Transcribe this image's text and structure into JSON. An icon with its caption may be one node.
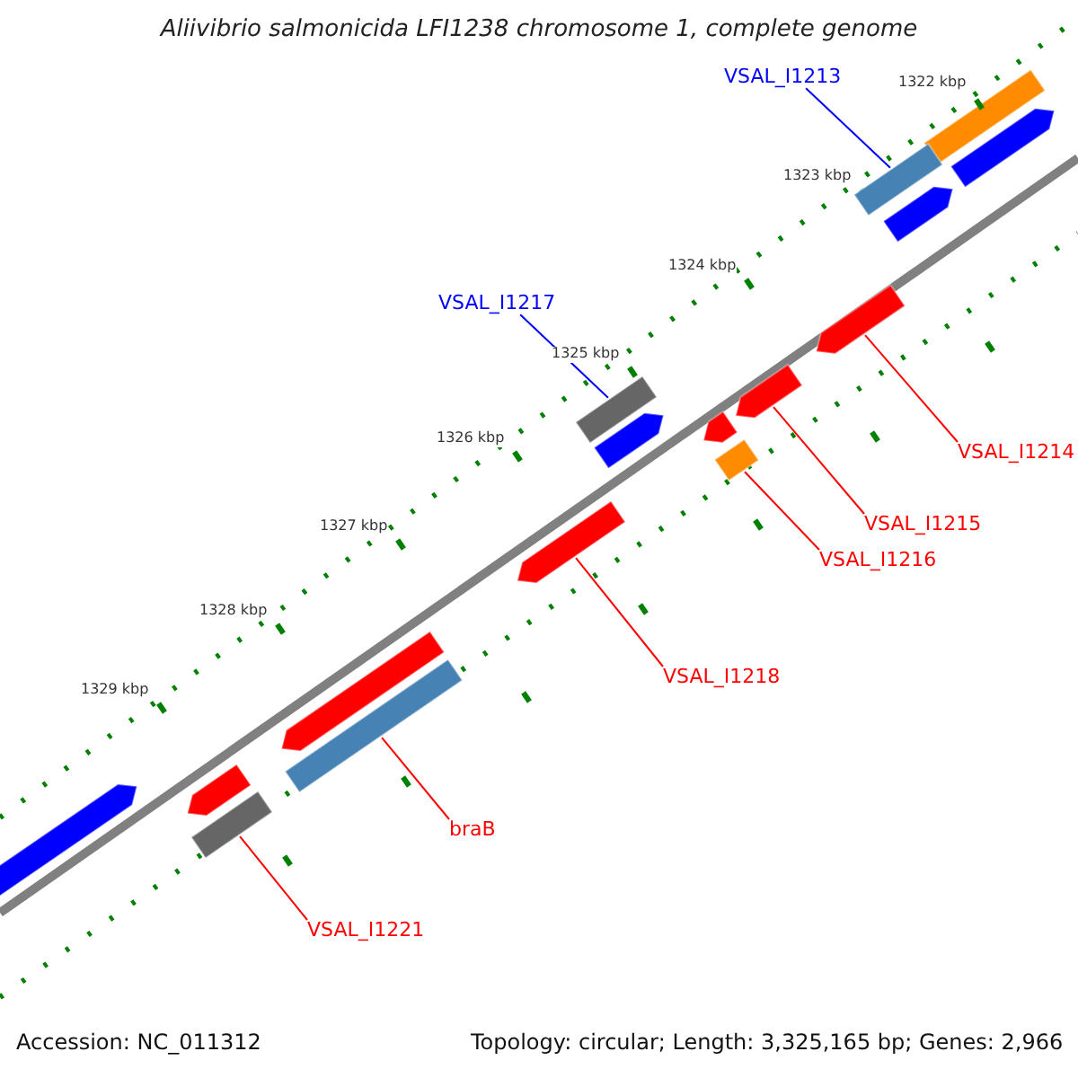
{
  "diagram": {
    "title": "Aliivibrio salmonicida LFI1238 chromosome 1, complete genome",
    "nodes": [
      {
        "text": [
          "VSAL_I1213"
        ]
      },
      {
        "text": [
          "VSAL_I1217"
        ]
      },
      {
        "text": [
          "VSAL_I1214"
        ]
      },
      {
        "text": [
          "VSAL_I1215"
        ]
      },
      {
        "text": [
          "VSAL_I1216"
        ]
      },
      {
        "text": [
          "VSAL_I1218"
        ]
      },
      {
        "text": [
          "braB"
        ]
      },
      {
        "text": [
          "VSAL_I1221"
        ]
      },
      {
        "text": [],
        "shape": "bar"
      },
      {
        "text": [],
        "shape": "bar"
      },
      {
        "text": [],
        "shape": "bar"
      },
      {
        "text": [],
        "shape": "bar"
      },
      {
        "text": [],
        "shape": "bar"
      },
      {
        "text": [],
        "shape": "bar"
      },
      {
        "text": [],
        "shape": "bar"
      },
      {
        "text": [],
        "shape": "bar"
      }
    ],
    "edges": [
      {
        "from": 0,
        "to": 8,
        "arrow": "none",
        "color": "#0000ff"
      },
      {
        "from": 1,
        "to": 9,
        "arrow": "none",
        "color": "#0000ff"
      },
      {
        "from": 2,
        "to": 10,
        "arrow": "none"
      },
      {
        "from": 3,
        "to": 11,
        "arrow": "none"
      },
      {
        "from": 4,
        "to": 12,
        "arrow": "none"
      },
      {
        "from": 5,
        "to": 13,
        "arrow": "none"
      },
      {
        "from": 6,
        "to": 14,
        "arrow": "none"
      },
      {
        "from": 7,
        "to": 15,
        "arrow": "none"
      }
    ],
    "labels": [
      "1322 kbp",
      "1323 kbp",
      "1324 kbp",
      "1325 kbp",
      "1326 kbp",
      "1327 kbp",
      "1328 kbp",
      "1329 kbp",
      "Accession: NC_011312",
      "Topology: circular; Length: 3,325,165 bp; Genes: 2,966"
    ]
  }
}
